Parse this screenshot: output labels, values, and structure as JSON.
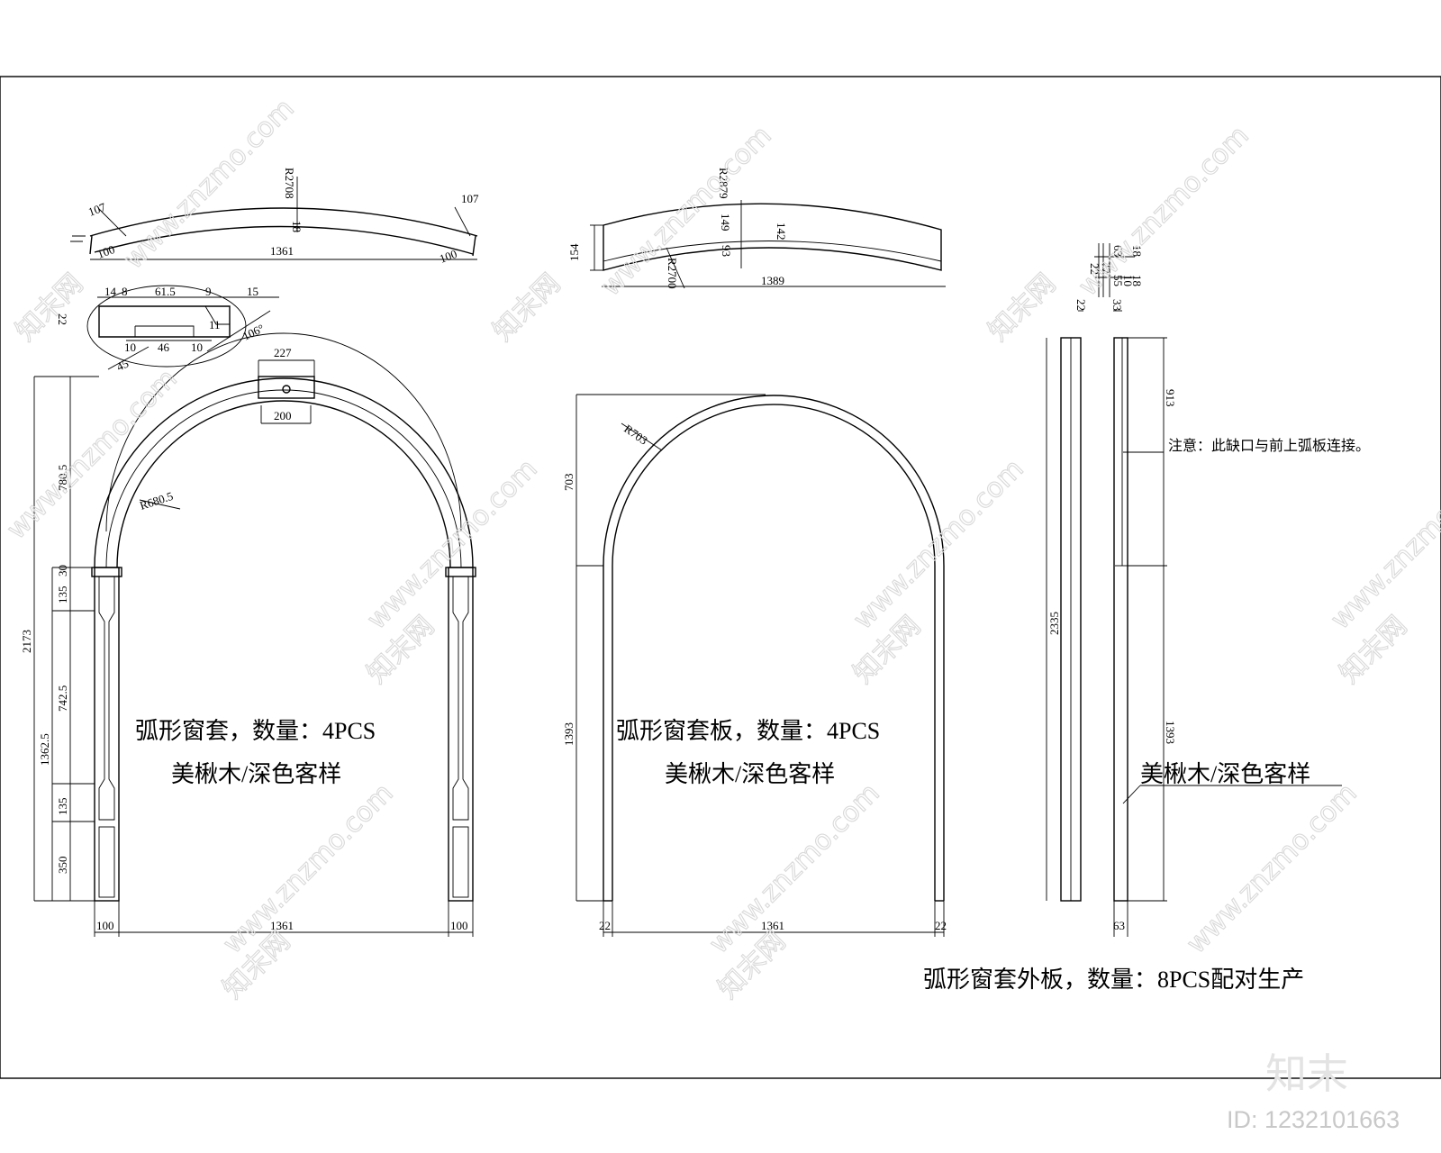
{
  "labels": {
    "arch_casing_line1": "弧形窗套，数量：4PCS",
    "arch_casing_line2": "美楸木/深色客样",
    "arch_board_line1": "弧形窗套板，数量：4PCS",
    "arch_board_line2": "美楸木/深色客样",
    "outer_panel_material": "美楸木/深色客样",
    "outer_panel_title": "弧形窗套外板，数量：8PCS配对生产",
    "note": "注意：此缺口与前上弧板连接。"
  },
  "dims_casing": {
    "r_top": "R2708",
    "top_left_107": "107",
    "top_right_107": "107",
    "thickness_18": "18",
    "bottom_left_100": "100",
    "bottom_right_100": "100",
    "span_1361": "1361",
    "sec_14": "14",
    "sec_8": "8",
    "sec_61_5": "61.5",
    "sec_9": "9",
    "sec_15": "15",
    "sec_22": "22",
    "sec_10a": "10",
    "sec_46": "46",
    "sec_10b": "10",
    "sec_11": "11",
    "sec_45": "45",
    "sec_106": "106°",
    "top_227": "227",
    "top_200": "200",
    "r_arch": "R680.5",
    "h_2173": "2173",
    "h_780_5": "780.5",
    "h_135a": "135",
    "h_30": "30",
    "h_1362_5": "1362.5",
    "h_742_5": "742.5",
    "h_135b": "135",
    "h_350": "350",
    "w_100a": "100",
    "w_1361": "1361",
    "w_100b": "100"
  },
  "dims_board": {
    "r_top": "R2879",
    "h_154": "154",
    "h_149": "149",
    "h_93": "93",
    "h_142": "142",
    "r_inner": "R2700",
    "span_1389": "1389",
    "r_703": "R703",
    "h_703": "703",
    "h_1393": "1393",
    "w_22a": "22",
    "w_1361": "1361",
    "w_22b": "22"
  },
  "dims_outer": {
    "d_63": "63",
    "d_22": "22",
    "d_27": "27",
    "d_18a": "18",
    "d_55": "55",
    "d_10": "10",
    "d_18b": "18",
    "col_22": "22",
    "col_33": "33",
    "h_913": "913",
    "h_2335": "2335",
    "h_1393": "1393",
    "w_63": "63"
  },
  "watermark": {
    "site_url": "www.znzmo.com",
    "site_cn": "知末网",
    "brand": "知末",
    "image_id": "ID: 1232101663"
  }
}
